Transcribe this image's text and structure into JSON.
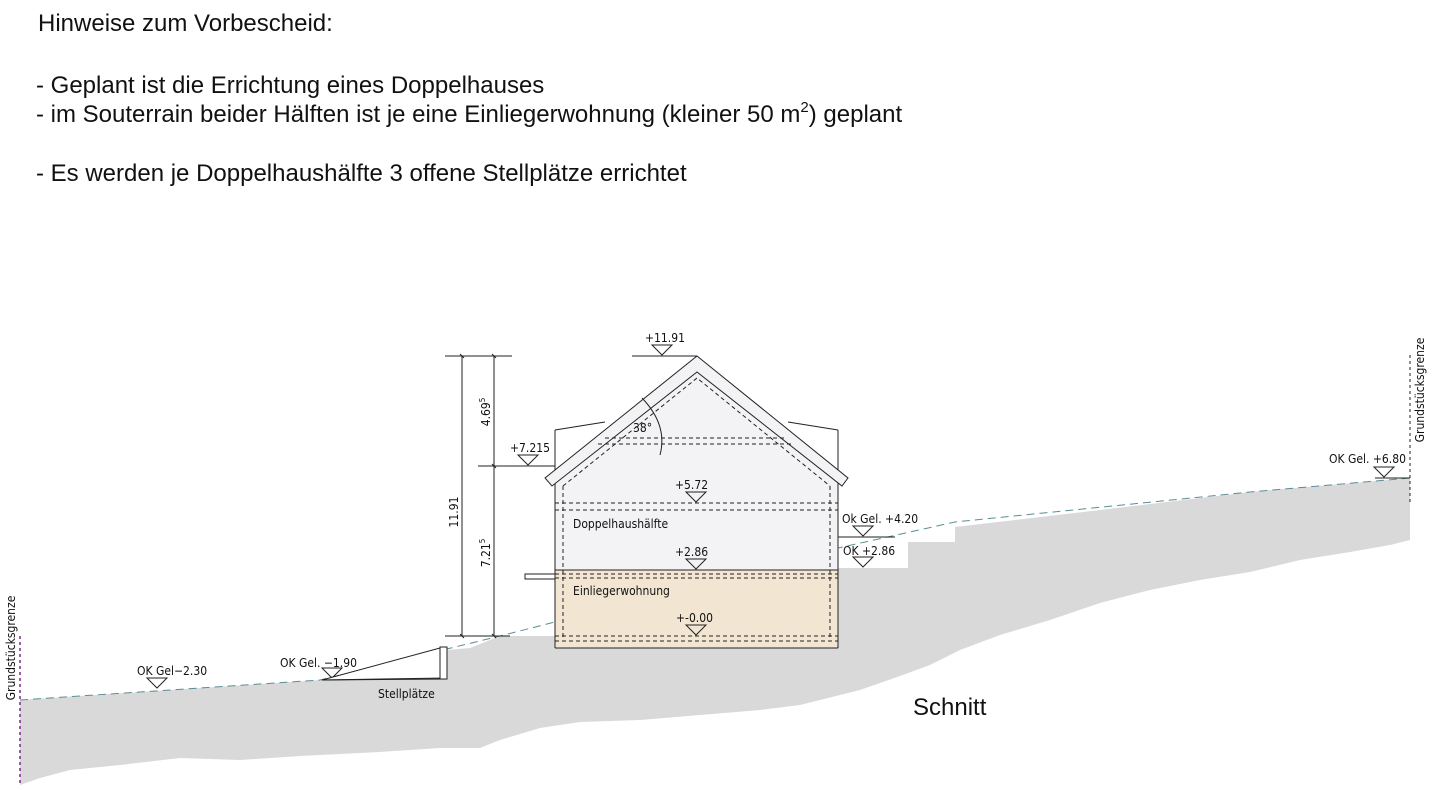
{
  "notes": {
    "title": "Hinweise zum Vorbescheid:",
    "items": [
      "- Geplant ist die Errichtung eines Doppelhauses",
      "- im Souterrain beider Hälften ist je eine Einliegerwohnung (kleiner 50 m",
      "- Es werden je Doppelhaushälfte 3 offene Stellplätze errichtet"
    ],
    "item2_sup": "2",
    "item2_tail": ") geplant"
  },
  "drawing": {
    "title": "Schnitt",
    "levels": {
      "ridge": "+11.91",
      "eaves": "+7.215",
      "upper_floor": "+5.72",
      "ground_floor": "+2.86",
      "basement_floor": "+-0.00",
      "terrain_right_near": "Ok  Gel.  +4.20",
      "terrace_right": "OK  +2.86",
      "terrain_far_right": "OK  Gel.  +6.80",
      "terrain_parking": "OK  Gel.  −1.90",
      "terrain_far_left": "OK  Gel−2.30"
    },
    "dimensions": {
      "total_height": "11.91",
      "roof_height": "4.69",
      "roof_height_sup": "5",
      "wall_height": "7.21",
      "wall_height_sup": "5"
    },
    "roof_pitch": "38°",
    "room_labels": {
      "upper": "Doppelhaushälfte",
      "basement": "Einliegerwohnung",
      "parking": "Stellplätze"
    },
    "property_line_label": "Grundstücksgrenze",
    "colors": {
      "ground": "#d9d9d9",
      "house_fill": "#f3f3f5",
      "basement_fill": "#f2e6d3",
      "terrain_dash": "#5a8e94",
      "property_line": "#7a2b8c"
    }
  }
}
